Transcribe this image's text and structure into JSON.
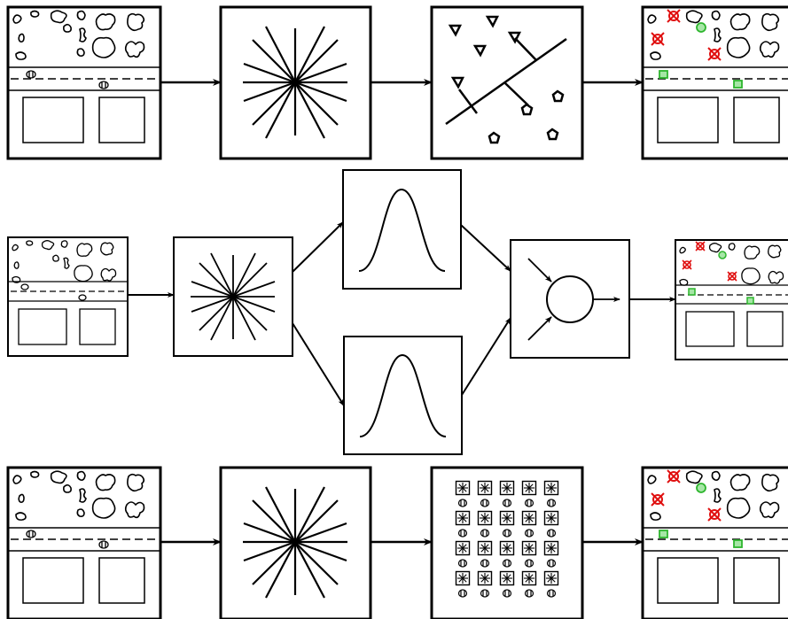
{
  "diagram": {
    "rows": [
      {
        "id": "row-1",
        "stages": [
          "input-image",
          "feature-extraction",
          "linear-classifier",
          "classified-output"
        ]
      },
      {
        "id": "row-2",
        "stages": [
          "input-image",
          "feature-extraction",
          "gaussian-model-upper",
          "gaussian-model-lower",
          "combination-node",
          "classified-output"
        ]
      },
      {
        "id": "row-3",
        "stages": [
          "input-image",
          "feature-extraction",
          "patch-grid",
          "classified-output"
        ]
      }
    ],
    "colors": {
      "stroke": "#000000",
      "accept": "#2db52d",
      "reject": "#e01010",
      "background": "#ffffff"
    },
    "icons": [
      "starburst-icon",
      "hyperplane-icon",
      "gaussian-curve-icon",
      "circle-node-icon",
      "patch-grid-icon"
    ]
  }
}
